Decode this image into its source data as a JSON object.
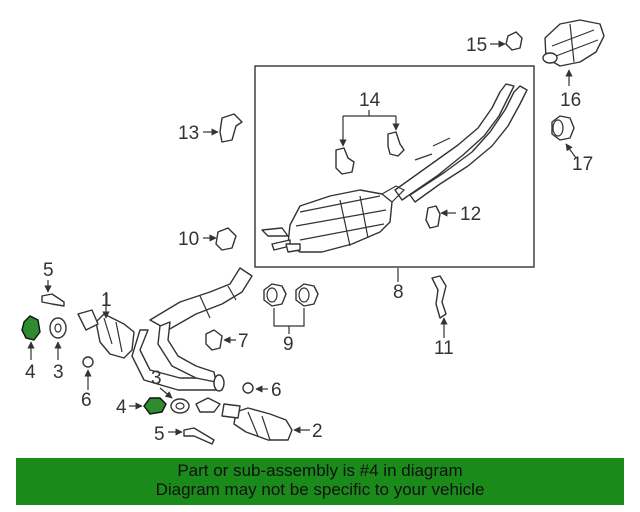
{
  "callouts": {
    "c1": "1",
    "c2": "2",
    "c3a": "3",
    "c3b": "3",
    "c4a": "4",
    "c4b": "4",
    "c5a": "5",
    "c5b": "5",
    "c6a": "6",
    "c6b": "6",
    "c7": "7",
    "c8": "8",
    "c9": "9",
    "c10": "10",
    "c11": "11",
    "c12": "12",
    "c13": "13",
    "c14": "14",
    "c15": "15",
    "c16": "16",
    "c17": "17"
  },
  "highlight_color": "#2e8b2e",
  "banner": {
    "background": "#1a8a1a",
    "line1": "Part or sub-assembly is #4 in diagram",
    "line2": "Diagram may not be specific to your vehicle"
  }
}
